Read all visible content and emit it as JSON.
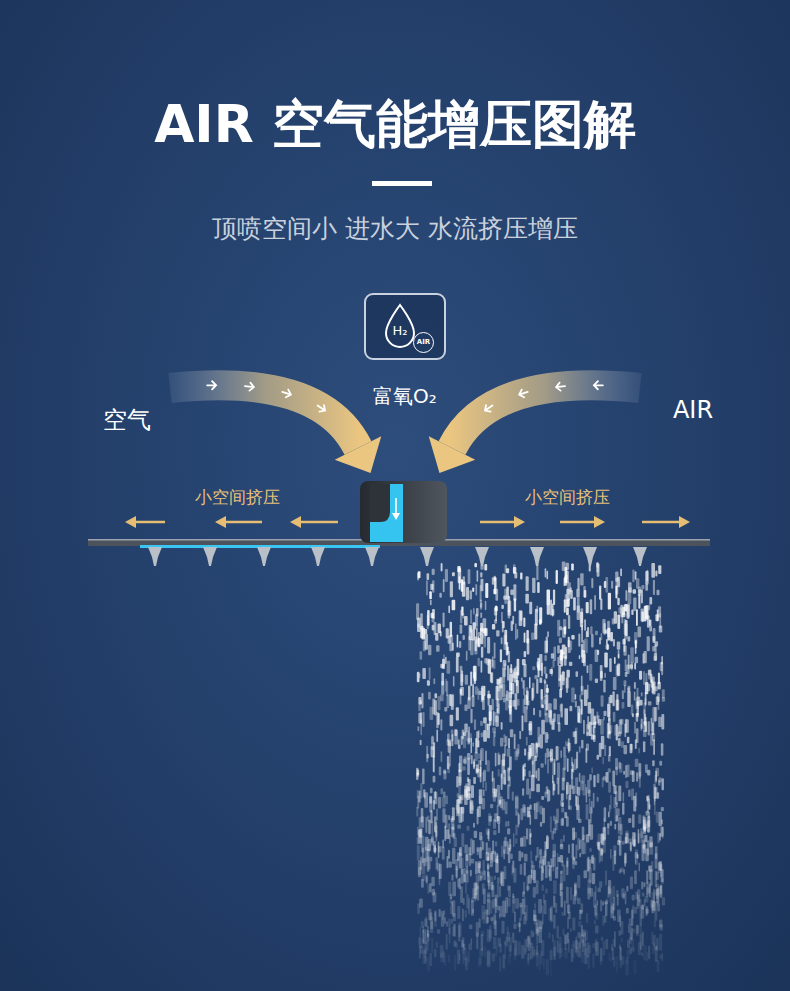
{
  "diagram": {
    "title": "AIR 空气能增压图解",
    "nodes": [
      {
        "text": [
          "富氧O₂"
        ]
      },
      {
        "text": [
          "H₂"
        ],
        "in": 0
      },
      {
        "text": [
          "AIR"
        ],
        "in": 0
      }
    ],
    "labels": [
      "顶喷空间小 进水大 水流挤压增压",
      "空气",
      "AIR",
      "小空间挤压",
      "小空间挤压"
    ]
  }
}
